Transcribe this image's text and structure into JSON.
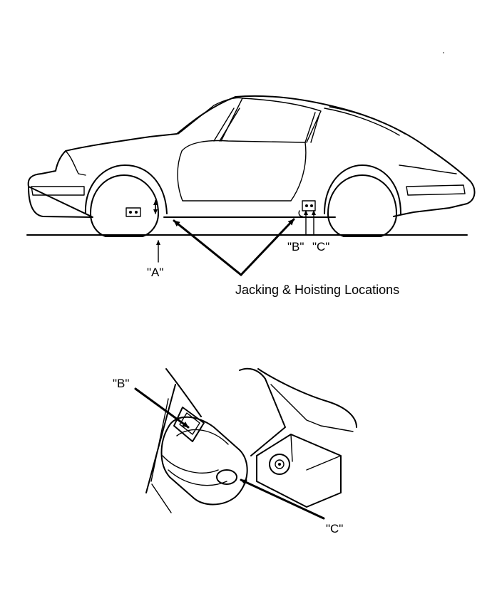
{
  "figure": {
    "label_a": "\"A\"",
    "label_b_top": "\"B\"",
    "label_c_top": "\"C\"",
    "caption": "Jacking & Hoisting Locations",
    "detail_label_b": "\"B\"",
    "detail_label_c": "\"C\""
  },
  "colors": {
    "ink": "#000000",
    "paper": "#ffffff"
  }
}
